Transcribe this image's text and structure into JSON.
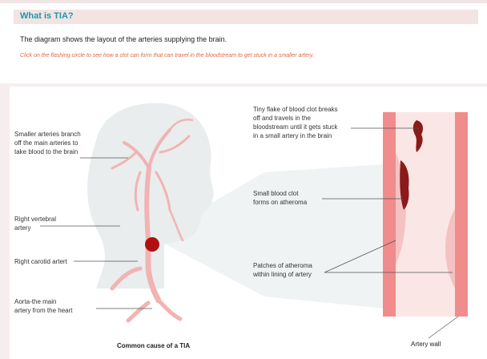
{
  "header": {
    "title": "What is TIA?"
  },
  "intro": {
    "description": "The diagram shows the layout of the arteries supplying the brain.",
    "instruction": "Click on the flashing circle to see how a clot can form that can travel in the bloodstream to get stuck in a smaller artery."
  },
  "labels": {
    "smaller_arteries": "Smaller arteries branch\noff the main arteries to\ntake blood to the brain",
    "right_vertebral": "Right vertebral\nartery",
    "right_carotid": "Right carotid artert",
    "aorta": "Aorta-the main\nartery from the heart",
    "flake": "Tiny flake of blood clot breaks\noff and travels in the\nbloodstream until it gets stuck\nin a small artery in the brain",
    "small_clot": "Small blood clot\nforms on atheroma",
    "atheroma": "Patches of atheroma\nwithin lining of artery"
  },
  "captions": {
    "common_cause": "Common cause of a TIA",
    "artery_wall": "Artery wall"
  },
  "colors": {
    "artery": "#f2b3b3",
    "artery_wall": "#f08c8c",
    "clot": "#8b1a1a",
    "hotspot": "#b01010",
    "head": "#e9eded",
    "accent": "#1a9aa8",
    "instruction": "#e06a44"
  }
}
